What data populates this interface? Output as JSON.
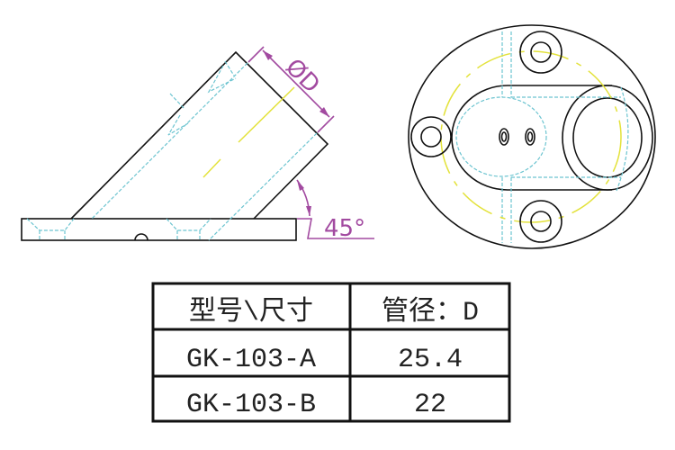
{
  "side_view": {
    "diameter_label": "ØD",
    "angle_label": "45°",
    "colors": {
      "outline": "#111111",
      "hidden": "#6cc4d0",
      "center": "#e3e23a",
      "dimension": "#a24aa0"
    }
  },
  "table": {
    "headers": [
      "型号\\尺寸",
      "管径：D"
    ],
    "rows": [
      [
        "GK-103-A",
        "25.4"
      ],
      [
        "GK-103-B",
        "22"
      ]
    ]
  }
}
